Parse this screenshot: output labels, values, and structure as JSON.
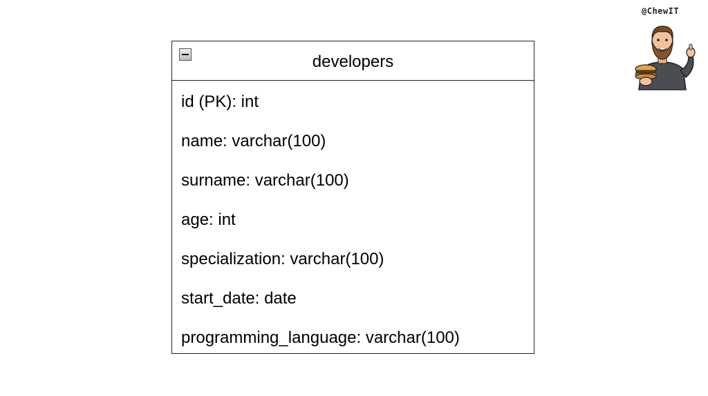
{
  "brand": {
    "handle": "@ChewIT"
  },
  "mascot": {
    "icon": "bearded-man-holding-burger-thumbs-up"
  },
  "entity": {
    "name": "developers",
    "collapse_icon": "minus-icon",
    "fields": [
      "id (PK): int",
      "name: varchar(100)",
      "surname: varchar(100)",
      "age: int",
      "specialization: varchar(100)",
      "start_date: date",
      "programming_language: varchar(100)"
    ]
  }
}
